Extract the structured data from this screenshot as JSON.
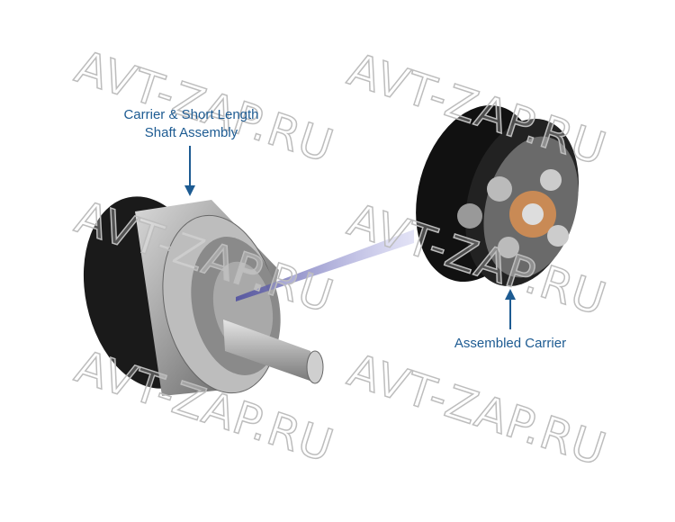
{
  "labels": {
    "carrier_short_shaft": [
      "Carrier & Short Length",
      "Shaft Assembly"
    ],
    "assembled_carrier": "Assembled Carrier"
  },
  "watermark": "AVT-ZAP.RU",
  "colors": {
    "label": "#1d5b92",
    "arrow": "#1d5b92"
  }
}
